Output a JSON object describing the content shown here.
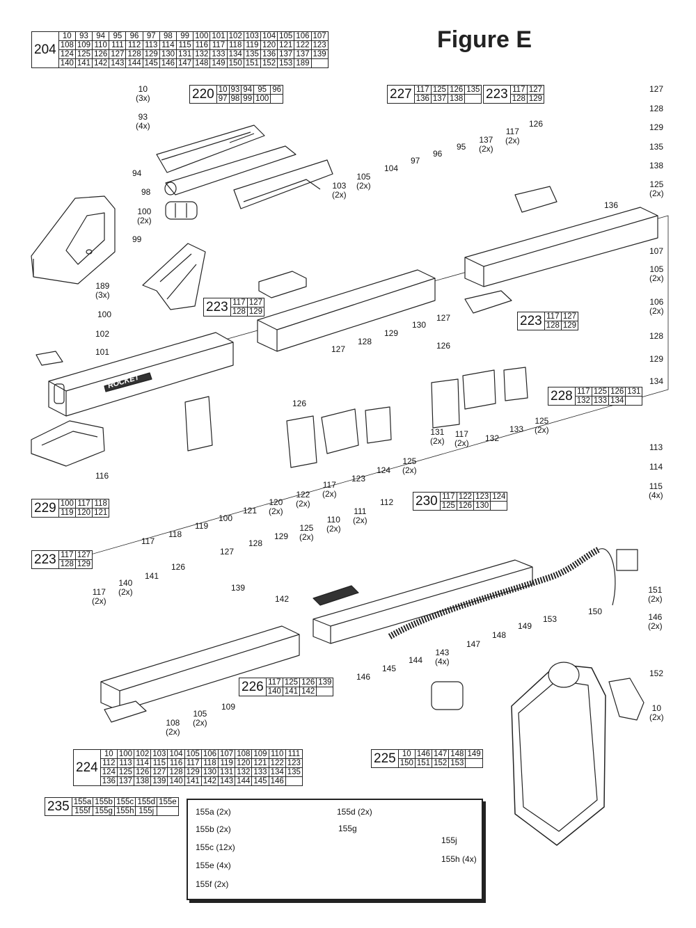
{
  "figure_title": "Figure E",
  "kits": [
    {
      "id": "204",
      "rows": [
        [
          "10",
          "93",
          "94",
          "95",
          "96",
          "97",
          "98",
          "99",
          "100",
          "101",
          "102",
          "103",
          "104",
          "105",
          "106",
          "107"
        ],
        [
          "108",
          "109",
          "110",
          "111",
          "112",
          "113",
          "114",
          "115",
          "116",
          "117",
          "118",
          "119",
          "120",
          "121",
          "122",
          "123"
        ],
        [
          "124",
          "125",
          "126",
          "127",
          "128",
          "129",
          "130",
          "131",
          "132",
          "133",
          "134",
          "135",
          "136",
          "137",
          "137",
          "139"
        ],
        [
          "140",
          "141",
          "142",
          "143",
          "144",
          "145",
          "146",
          "147",
          "148",
          "149",
          "150",
          "151",
          "152",
          "153",
          "189",
          ""
        ]
      ]
    },
    {
      "id": "220",
      "rows": [
        [
          "10",
          "93",
          "94",
          "95",
          "96"
        ],
        [
          "97",
          "98",
          "99",
          "100",
          ""
        ]
      ]
    },
    {
      "id": "227",
      "rows": [
        [
          "117",
          "125",
          "126",
          "135"
        ],
        [
          "136",
          "137",
          "138",
          ""
        ]
      ]
    },
    {
      "id": "223",
      "rows": [
        [
          "117",
          "127"
        ],
        [
          "128",
          "129"
        ]
      ]
    },
    {
      "id": "223",
      "rows": [
        [
          "117",
          "127"
        ],
        [
          "128",
          "129"
        ]
      ]
    },
    {
      "id": "223",
      "rows": [
        [
          "117",
          "127"
        ],
        [
          "128",
          "129"
        ]
      ]
    },
    {
      "id": "228",
      "rows": [
        [
          "117",
          "125",
          "126",
          "131"
        ],
        [
          "132",
          "133",
          "134",
          ""
        ]
      ]
    },
    {
      "id": "230",
      "rows": [
        [
          "117",
          "122",
          "123",
          "124"
        ],
        [
          "125",
          "126",
          "130",
          ""
        ]
      ]
    },
    {
      "id": "229",
      "rows": [
        [
          "100",
          "117",
          "118"
        ],
        [
          "119",
          "120",
          "121"
        ]
      ]
    },
    {
      "id": "223",
      "rows": [
        [
          "117",
          "127"
        ],
        [
          "128",
          "129"
        ]
      ]
    },
    {
      "id": "226",
      "rows": [
        [
          "117",
          "125",
          "126",
          "139"
        ],
        [
          "140",
          "141",
          "142",
          ""
        ]
      ]
    },
    {
      "id": "225",
      "rows": [
        [
          "10",
          "146",
          "147",
          "148",
          "149"
        ],
        [
          "150",
          "151",
          "152",
          "153",
          ""
        ]
      ]
    },
    {
      "id": "224",
      "rows": [
        [
          "10",
          "100",
          "102",
          "103",
          "104",
          "105",
          "106",
          "107",
          "108",
          "109",
          "110",
          "111"
        ],
        [
          "112",
          "113",
          "114",
          "115",
          "116",
          "117",
          "118",
          "119",
          "120",
          "121",
          "122",
          "123"
        ],
        [
          "124",
          "125",
          "126",
          "127",
          "128",
          "129",
          "130",
          "131",
          "132",
          "133",
          "134",
          "135"
        ],
        [
          "136",
          "137",
          "138",
          "139",
          "140",
          "141",
          "142",
          "143",
          "144",
          "145",
          "146",
          ""
        ]
      ]
    },
    {
      "id": "235",
      "rows": [
        [
          "155a",
          "155b",
          "155c",
          "155d",
          "155e"
        ],
        [
          "155f",
          "155g",
          "155h",
          "155j",
          ""
        ]
      ]
    }
  ],
  "callouts": [
    {
      "text": "10",
      "qty": "(3x)"
    },
    {
      "text": "93",
      "qty": "(4x)"
    },
    {
      "text": "94",
      "qty": ""
    },
    {
      "text": "95",
      "qty": ""
    },
    {
      "text": "96",
      "qty": ""
    },
    {
      "text": "97",
      "qty": ""
    },
    {
      "text": "98",
      "qty": ""
    },
    {
      "text": "100",
      "qty": "(2x)"
    },
    {
      "text": "99",
      "qty": ""
    },
    {
      "text": "103",
      "qty": "(2x)"
    },
    {
      "text": "105",
      "qty": "(2x)"
    },
    {
      "text": "104",
      "qty": ""
    },
    {
      "text": "137",
      "qty": "(2x)"
    },
    {
      "text": "117",
      "qty": "(2x)"
    },
    {
      "text": "126",
      "qty": ""
    },
    {
      "text": "127",
      "qty": ""
    },
    {
      "text": "128",
      "qty": ""
    },
    {
      "text": "129",
      "qty": ""
    },
    {
      "text": "135",
      "qty": ""
    },
    {
      "text": "138",
      "qty": ""
    },
    {
      "text": "125",
      "qty": "(2x)"
    },
    {
      "text": "136",
      "qty": ""
    },
    {
      "text": "107",
      "qty": ""
    },
    {
      "text": "105",
      "qty": "(2x)"
    },
    {
      "text": "106",
      "qty": "(2x)"
    },
    {
      "text": "189",
      "qty": "(3x)"
    },
    {
      "text": "100",
      "qty": ""
    },
    {
      "text": "102",
      "qty": ""
    },
    {
      "text": "101",
      "qty": ""
    },
    {
      "text": "127",
      "qty": ""
    },
    {
      "text": "128",
      "qty": ""
    },
    {
      "text": "129",
      "qty": ""
    },
    {
      "text": "130",
      "qty": ""
    },
    {
      "text": "126",
      "qty": ""
    },
    {
      "text": "127",
      "qty": ""
    },
    {
      "text": "126",
      "qty": ""
    },
    {
      "text": "128",
      "qty": ""
    },
    {
      "text": "129",
      "qty": ""
    },
    {
      "text": "134",
      "qty": ""
    },
    {
      "text": "116",
      "qty": ""
    },
    {
      "text": "131",
      "qty": "(2x)"
    },
    {
      "text": "117",
      "qty": "(2x)"
    },
    {
      "text": "132",
      "qty": ""
    },
    {
      "text": "133",
      "qty": ""
    },
    {
      "text": "125",
      "qty": "(2x)"
    },
    {
      "text": "122",
      "qty": "(2x)"
    },
    {
      "text": "117",
      "qty": "(2x)"
    },
    {
      "text": "123",
      "qty": ""
    },
    {
      "text": "124",
      "qty": ""
    },
    {
      "text": "125",
      "qty": "(2x)"
    },
    {
      "text": "121",
      "qty": ""
    },
    {
      "text": "120",
      "qty": "(2x)"
    },
    {
      "text": "100",
      "qty": ""
    },
    {
      "text": "119",
      "qty": ""
    },
    {
      "text": "118",
      "qty": ""
    },
    {
      "text": "117",
      "qty": ""
    },
    {
      "text": "113",
      "qty": ""
    },
    {
      "text": "114",
      "qty": ""
    },
    {
      "text": "115",
      "qty": "(4x)"
    },
    {
      "text": "110",
      "qty": "(2x)"
    },
    {
      "text": "111",
      "qty": "(2x)"
    },
    {
      "text": "112",
      "qty": ""
    },
    {
      "text": "125",
      "qty": "(2x)"
    },
    {
      "text": "127",
      "qty": ""
    },
    {
      "text": "128",
      "qty": ""
    },
    {
      "text": "129",
      "qty": ""
    },
    {
      "text": "126",
      "qty": ""
    },
    {
      "text": "140",
      "qty": "(2x)"
    },
    {
      "text": "141",
      "qty": ""
    },
    {
      "text": "139",
      "qty": ""
    },
    {
      "text": "142",
      "qty": ""
    },
    {
      "text": "117",
      "qty": "(2x)"
    },
    {
      "text": "151",
      "qty": "(2x)"
    },
    {
      "text": "146",
      "qty": "(2x)"
    },
    {
      "text": "150",
      "qty": ""
    },
    {
      "text": "153",
      "qty": ""
    },
    {
      "text": "149",
      "qty": ""
    },
    {
      "text": "148",
      "qty": ""
    },
    {
      "text": "147",
      "qty": ""
    },
    {
      "text": "143",
      "qty": "(4x)"
    },
    {
      "text": "144",
      "qty": ""
    },
    {
      "text": "145",
      "qty": ""
    },
    {
      "text": "146",
      "qty": ""
    },
    {
      "text": "152",
      "qty": ""
    },
    {
      "text": "10",
      "qty": "(2x)"
    },
    {
      "text": "105",
      "qty": "(2x)"
    },
    {
      "text": "109",
      "qty": ""
    },
    {
      "text": "108",
      "qty": "(2x)"
    }
  ],
  "brand_mark": "ROCKET",
  "inset": {
    "labels": [
      "155a (2x)",
      "155b (2x)",
      "155c (12x)",
      "155e (4x)",
      "155f (2x)",
      "155d (2x)",
      "155g",
      "155j",
      "155h (4x)"
    ]
  }
}
